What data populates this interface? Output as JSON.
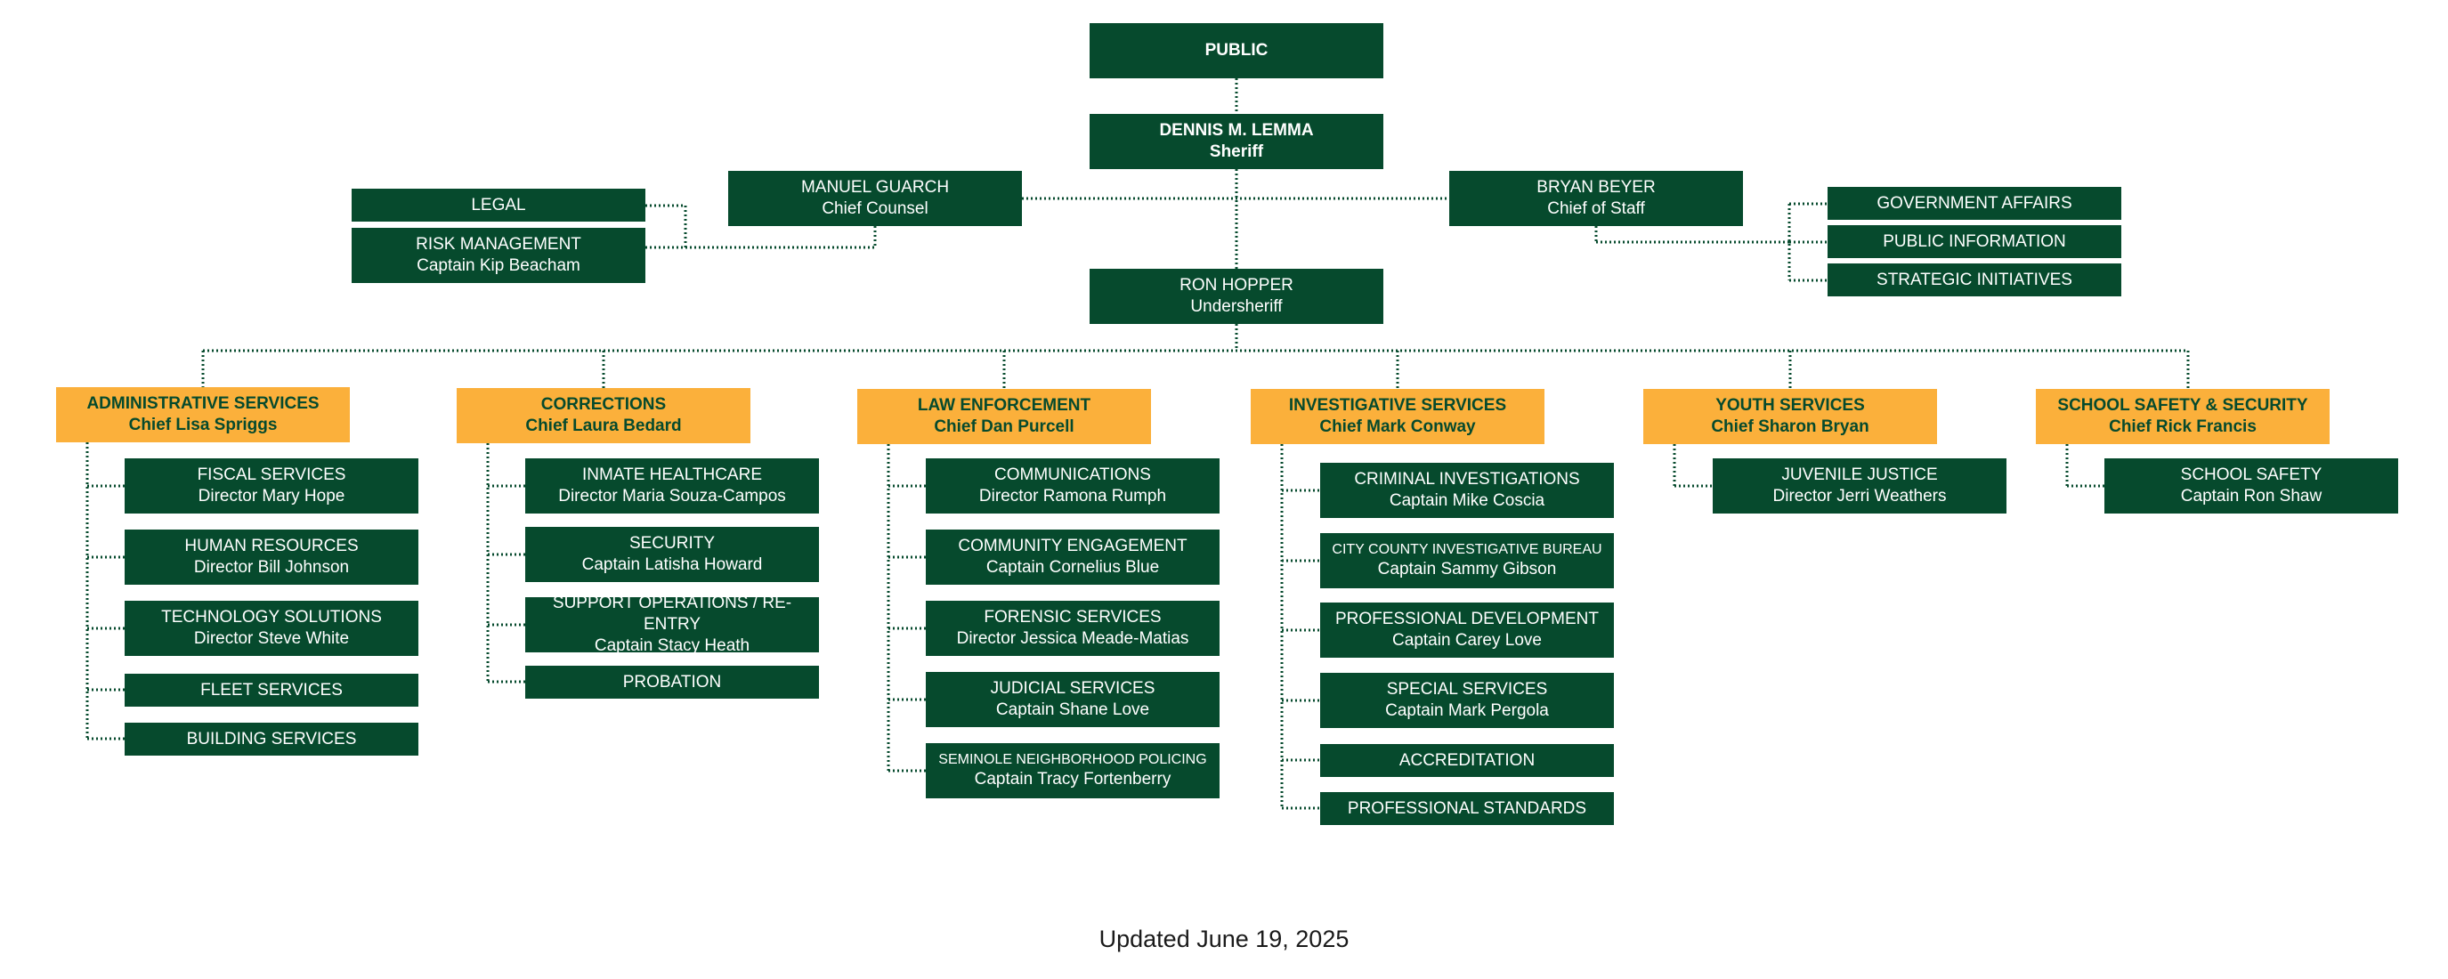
{
  "colors": {
    "box_green": "#064a2d",
    "box_orange": "#fbb03b",
    "connector": "#064a2d"
  },
  "top": {
    "public": "PUBLIC",
    "sheriff": {
      "name": "DENNIS M. LEMMA",
      "title": "Sheriff"
    },
    "chief_counsel": {
      "name": "MANUEL GUARCH",
      "title": "Chief Counsel"
    },
    "chief_of_staff": {
      "name": "BRYAN BEYER",
      "title": "Chief of Staff"
    },
    "undersheriff": {
      "name": "RON HOPPER",
      "title": "Undersheriff"
    }
  },
  "counsel_units": [
    {
      "name": "LEGAL",
      "title": ""
    },
    {
      "name": "RISK MANAGEMENT",
      "title": "Captain Kip Beacham"
    }
  ],
  "staff_units": [
    "GOVERNMENT AFFAIRS",
    "PUBLIC INFORMATION",
    "STRATEGIC INITIATIVES"
  ],
  "divisions": [
    {
      "name": "ADMINISTRATIVE SERVICES",
      "chief": "Chief Lisa Spriggs",
      "units": [
        {
          "name": "FISCAL SERVICES",
          "lead": "Director Mary Hope"
        },
        {
          "name": "HUMAN RESOURCES",
          "lead": "Director Bill Johnson"
        },
        {
          "name": "TECHNOLOGY SOLUTIONS",
          "lead": "Director Steve White"
        },
        {
          "name": "FLEET SERVICES",
          "lead": ""
        },
        {
          "name": "BUILDING SERVICES",
          "lead": ""
        }
      ]
    },
    {
      "name": "CORRECTIONS",
      "chief": "Chief Laura Bedard",
      "units": [
        {
          "name": "INMATE HEALTHCARE",
          "lead": "Director Maria Souza-Campos"
        },
        {
          "name": "SECURITY",
          "lead": "Captain Latisha Howard"
        },
        {
          "name": "SUPPORT OPERATIONS / RE-ENTRY",
          "lead": "Captain Stacy Heath"
        },
        {
          "name": "PROBATION",
          "lead": ""
        }
      ]
    },
    {
      "name": "LAW ENFORCEMENT",
      "chief": "Chief Dan Purcell",
      "units": [
        {
          "name": "COMMUNICATIONS",
          "lead": "Director Ramona Rumph"
        },
        {
          "name": "COMMUNITY ENGAGEMENT",
          "lead": "Captain Cornelius Blue"
        },
        {
          "name": "FORENSIC SERVICES",
          "lead": "Director Jessica Meade-Matias"
        },
        {
          "name": "JUDICIAL SERVICES",
          "lead": "Captain Shane Love"
        },
        {
          "name": "SEMINOLE NEIGHBORHOOD POLICING",
          "lead": "Captain Tracy Fortenberry"
        }
      ]
    },
    {
      "name": "INVESTIGATIVE SERVICES",
      "chief": "Chief Mark Conway",
      "units": [
        {
          "name": "CRIMINAL INVESTIGATIONS",
          "lead": "Captain Mike Coscia"
        },
        {
          "name": "CITY COUNTY INVESTIGATIVE BUREAU",
          "lead": "Captain Sammy Gibson"
        },
        {
          "name": "PROFESSIONAL DEVELOPMENT",
          "lead": "Captain Carey Love"
        },
        {
          "name": "SPECIAL SERVICES",
          "lead": "Captain Mark Pergola"
        },
        {
          "name": "ACCREDITATION",
          "lead": ""
        },
        {
          "name": "PROFESSIONAL STANDARDS",
          "lead": ""
        }
      ]
    },
    {
      "name": "YOUTH SERVICES",
      "chief": "Chief Sharon Bryan",
      "units": [
        {
          "name": "JUVENILE JUSTICE",
          "lead": "Director Jerri Weathers"
        }
      ]
    },
    {
      "name": "SCHOOL SAFETY & SECURITY",
      "chief": "Chief Rick Francis",
      "units": [
        {
          "name": "SCHOOL SAFETY",
          "lead": "Captain Ron Shaw"
        }
      ]
    }
  ],
  "footer": "Updated June 19, 2025"
}
